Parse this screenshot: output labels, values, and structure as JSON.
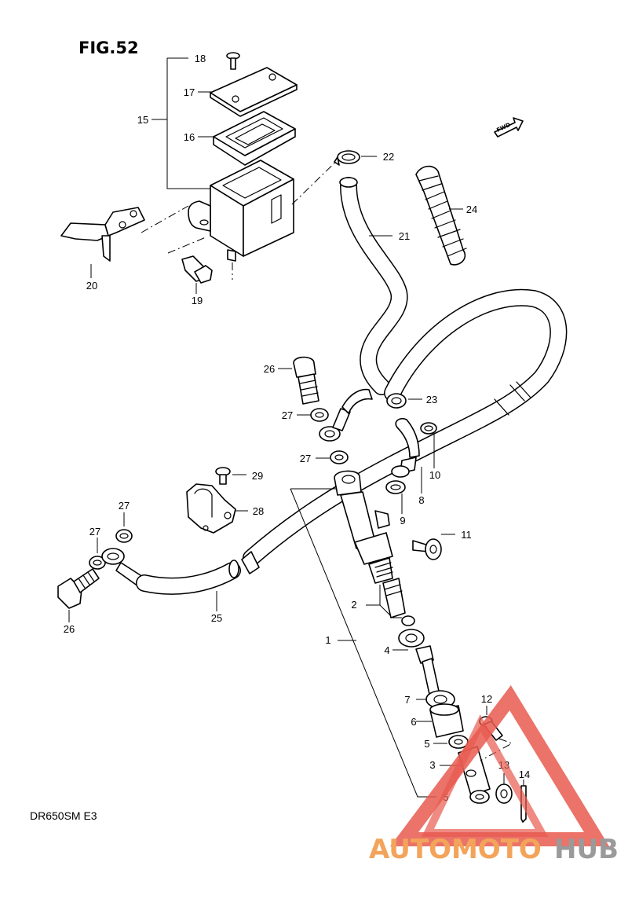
{
  "figure": {
    "title": "FIG.52",
    "model": "DR650SM E3",
    "fwd_label": "FWD"
  },
  "callouts": [
    {
      "id": "c1",
      "label": "1"
    },
    {
      "id": "c2",
      "label": "2"
    },
    {
      "id": "c3",
      "label": "3"
    },
    {
      "id": "c4",
      "label": "4"
    },
    {
      "id": "c5a",
      "label": "5"
    },
    {
      "id": "c5b",
      "label": "5"
    },
    {
      "id": "c6",
      "label": "6"
    },
    {
      "id": "c7",
      "label": "7"
    },
    {
      "id": "c8",
      "label": "8"
    },
    {
      "id": "c9",
      "label": "9"
    },
    {
      "id": "c10",
      "label": "10"
    },
    {
      "id": "c11",
      "label": "11"
    },
    {
      "id": "c12",
      "label": "12"
    },
    {
      "id": "c13",
      "label": "13"
    },
    {
      "id": "c14",
      "label": "14"
    },
    {
      "id": "c15",
      "label": "15"
    },
    {
      "id": "c16",
      "label": "16"
    },
    {
      "id": "c17",
      "label": "17"
    },
    {
      "id": "c18",
      "label": "18"
    },
    {
      "id": "c19",
      "label": "19"
    },
    {
      "id": "c20",
      "label": "20"
    },
    {
      "id": "c21",
      "label": "21"
    },
    {
      "id": "c22",
      "label": "22"
    },
    {
      "id": "c23",
      "label": "23"
    },
    {
      "id": "c24",
      "label": "24"
    },
    {
      "id": "c25",
      "label": "25"
    },
    {
      "id": "c26a",
      "label": "26"
    },
    {
      "id": "c26b",
      "label": "26"
    },
    {
      "id": "c27a",
      "label": "27"
    },
    {
      "id": "c27b",
      "label": "27"
    },
    {
      "id": "c27c",
      "label": "27"
    },
    {
      "id": "c27d",
      "label": "27"
    },
    {
      "id": "c28",
      "label": "28"
    },
    {
      "id": "c29",
      "label": "29"
    }
  ],
  "watermark": {
    "part1": "AUTOMOTO",
    "part2": "HUB",
    "colors": {
      "red": "#e85a4f",
      "orange": "#f3a45a",
      "grey": "#9a9a9a"
    }
  }
}
